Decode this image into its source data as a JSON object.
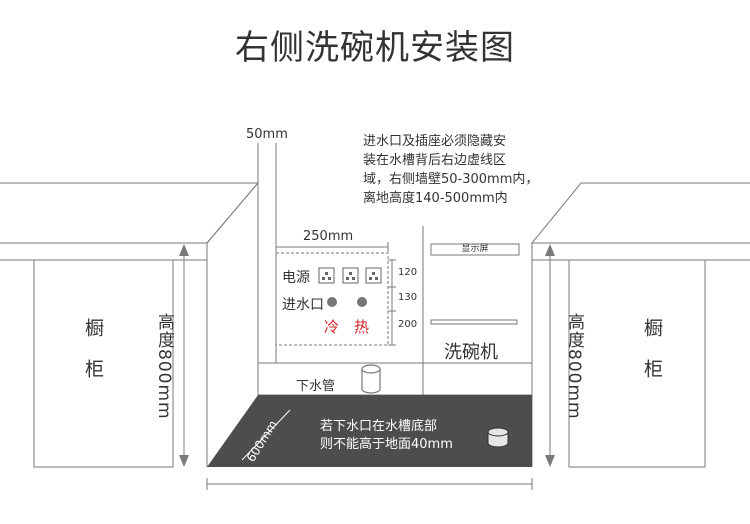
{
  "title": "右侧洗碗机安装图",
  "note_lines": [
    "进水口及插座必须隐藏安",
    "装在水槽背后右边虚线区",
    "域，右侧墙壁50-300mm内，",
    "离地高度140-500mm内"
  ],
  "dim_50": "50mm",
  "dim_250": "250mm",
  "power_label": "电源",
  "inlet_label": "进水口",
  "cold_label": "冷",
  "hot_label": "热",
  "dim_120": "120",
  "dim_130": "130",
  "dim_200": "200",
  "display_label": "显示屏",
  "dishwasher_label": "洗碗机",
  "drain_label": "下水管",
  "floor_note_lines": [
    "若下水口在水槽底部",
    "则不能高于地面40mm"
  ],
  "depth_label": "600mm",
  "height_label_left": "高度800mm",
  "height_label_right": "高度800mm",
  "cabinet_left": "橱柜",
  "cabinet_right": "橱柜",
  "colors": {
    "line": "#7a7a7a",
    "floor": "#4d4d4d",
    "text": "#333333",
    "accent_red": "#d8262b"
  }
}
